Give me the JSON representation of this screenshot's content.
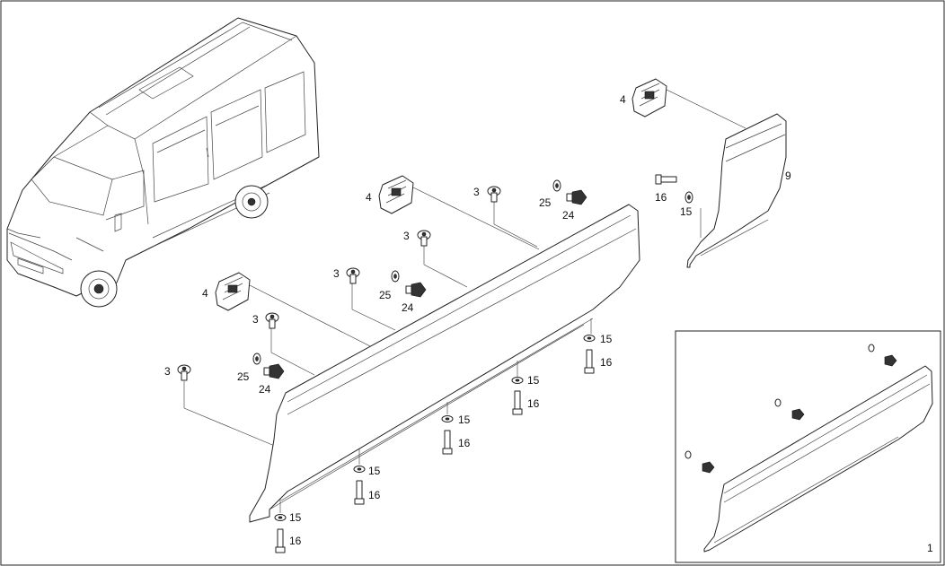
{
  "diagram": {
    "callouts": {
      "c1": "1",
      "c3": "3",
      "c4": "4",
      "c9": "9",
      "c15": "15",
      "c16": "16",
      "c24": "24",
      "c25": "25"
    },
    "parts": [
      {
        "ref": "1",
        "name": "side-trim-assembly-inset"
      },
      {
        "ref": "3",
        "name": "clip"
      },
      {
        "ref": "4",
        "name": "bracket"
      },
      {
        "ref": "9",
        "name": "rear-trim-panel"
      },
      {
        "ref": "15",
        "name": "washer"
      },
      {
        "ref": "16",
        "name": "bolt"
      },
      {
        "ref": "24",
        "name": "push-fastener"
      },
      {
        "ref": "25",
        "name": "seal-washer"
      }
    ]
  }
}
